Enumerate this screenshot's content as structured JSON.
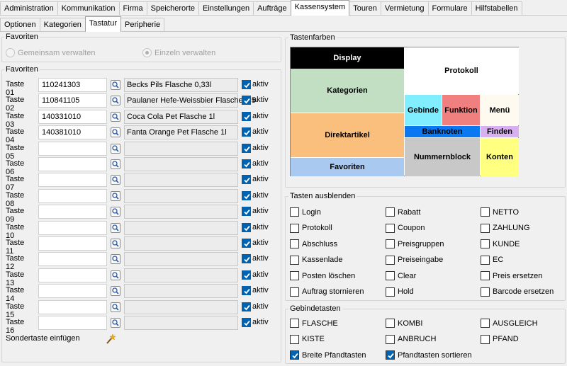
{
  "tabs_main": [
    "Administration",
    "Kommunikation",
    "Firma",
    "Speicherorte",
    "Einstellungen",
    "Aufträge",
    "Kassensystem",
    "Touren",
    "Vermietung",
    "Formulare",
    "Hilfstabellen"
  ],
  "tabs_sub": [
    "Optionen",
    "Kategorien",
    "Tastatur",
    "Peripherie"
  ],
  "favoriten_mode": {
    "title": "Favoriten",
    "option_shared": "Gemeinsam verwalten",
    "option_single": "Einzeln verwalten",
    "selected": "Einzeln verwalten"
  },
  "favoriten": {
    "title": "Favoriten",
    "active_label": "aktiv",
    "rows": [
      {
        "label": "Taste 01",
        "code": "110241303",
        "desc": "Becks Pils Flasche 0,33l",
        "active": true
      },
      {
        "label": "Taste 02",
        "code": "110841105",
        "desc": "Paulaner Hefe-Weissbier Flasche 0,5",
        "active": true
      },
      {
        "label": "Taste 03",
        "code": "140331010",
        "desc": "Coca Cola Pet Flasche 1l",
        "active": true
      },
      {
        "label": "Taste 04",
        "code": "140381010",
        "desc": "Fanta Orange Pet Flasche 1l",
        "active": true
      },
      {
        "label": "Taste 05",
        "code": "",
        "desc": "",
        "active": true
      },
      {
        "label": "Taste 06",
        "code": "",
        "desc": "",
        "active": true
      },
      {
        "label": "Taste 07",
        "code": "",
        "desc": "",
        "active": true
      },
      {
        "label": "Taste 08",
        "code": "",
        "desc": "",
        "active": true
      },
      {
        "label": "Taste 09",
        "code": "",
        "desc": "",
        "active": true
      },
      {
        "label": "Taste 10",
        "code": "",
        "desc": "",
        "active": true
      },
      {
        "label": "Taste 11",
        "code": "",
        "desc": "",
        "active": true
      },
      {
        "label": "Taste 12",
        "code": "",
        "desc": "",
        "active": true
      },
      {
        "label": "Taste 13",
        "code": "",
        "desc": "",
        "active": true
      },
      {
        "label": "Taste 14",
        "code": "",
        "desc": "",
        "active": true
      },
      {
        "label": "Taste 15",
        "code": "",
        "desc": "",
        "active": true
      },
      {
        "label": "Taste 16",
        "code": "",
        "desc": "",
        "active": true
      }
    ],
    "sondertaste_label": "Sondertaste einfügen"
  },
  "tastenfarben": {
    "title": "Tastenfarben",
    "cells": {
      "display": {
        "label": "Display",
        "color": "#000000",
        "text_color": "#ffffff"
      },
      "protokoll": {
        "label": "Protokoll",
        "color": "#ffffff",
        "text_color": "#000000"
      },
      "kategorien": {
        "label": "Kategorien",
        "color": "#c2dfc4",
        "text_color": "#000000"
      },
      "gebinde": {
        "label": "Gebinde",
        "color": "#80eeff",
        "text_color": "#000000"
      },
      "funktion": {
        "label": "Funktion",
        "color": "#f08080",
        "text_color": "#000000"
      },
      "menue": {
        "label": "Menü",
        "color": "#fffaf0",
        "text_color": "#000000"
      },
      "direktartikel": {
        "label": "Direktartikel",
        "color": "#fbbf7d",
        "text_color": "#000000"
      },
      "banknoten": {
        "label": "Banknoten",
        "color": "#0a78f0",
        "text_color": "#000000"
      },
      "finden": {
        "label": "Finden",
        "color": "#d8b0f0",
        "text_color": "#000000"
      },
      "nummernblock": {
        "label": "Nummernblock",
        "color": "#c8c8c8",
        "text_color": "#000000"
      },
      "konten": {
        "label": "Konten",
        "color": "#ffff80",
        "text_color": "#000000"
      },
      "favoriten": {
        "label": "Favoriten",
        "color": "#a9c9f0",
        "text_color": "#000000"
      }
    }
  },
  "tasten_ausblenden": {
    "title": "Tasten ausblenden",
    "items": [
      {
        "label": "Login",
        "checked": false
      },
      {
        "label": "Rabatt",
        "checked": false
      },
      {
        "label": "NETTO",
        "checked": false
      },
      {
        "label": "Protokoll",
        "checked": false
      },
      {
        "label": "Coupon",
        "checked": false
      },
      {
        "label": "ZAHLUNG",
        "checked": false
      },
      {
        "label": "Abschluss",
        "checked": false
      },
      {
        "label": "Preisgruppen",
        "checked": false
      },
      {
        "label": "KUNDE",
        "checked": false
      },
      {
        "label": "Kassenlade",
        "checked": false
      },
      {
        "label": "Preiseingabe",
        "checked": false
      },
      {
        "label": "EC",
        "checked": false
      },
      {
        "label": "Posten löschen",
        "checked": false
      },
      {
        "label": "Clear",
        "checked": false
      },
      {
        "label": "Preis ersetzen",
        "checked": false
      },
      {
        "label": "Auftrag stornieren",
        "checked": false
      },
      {
        "label": "Hold",
        "checked": false
      },
      {
        "label": "Barcode ersetzen",
        "checked": false
      }
    ]
  },
  "gebindetasten": {
    "title": "Gebindetasten",
    "items": [
      {
        "label": "FLASCHE",
        "checked": false
      },
      {
        "label": "KOMBI",
        "checked": false
      },
      {
        "label": "AUSGLEICH",
        "checked": false
      },
      {
        "label": "KISTE",
        "checked": false
      },
      {
        "label": "ANBRUCH",
        "checked": false
      },
      {
        "label": "PFAND",
        "checked": false
      },
      {
        "label": "Breite Pfandtasten",
        "checked": true
      },
      {
        "label": "Pfandtasten sortieren",
        "checked": true
      }
    ]
  }
}
